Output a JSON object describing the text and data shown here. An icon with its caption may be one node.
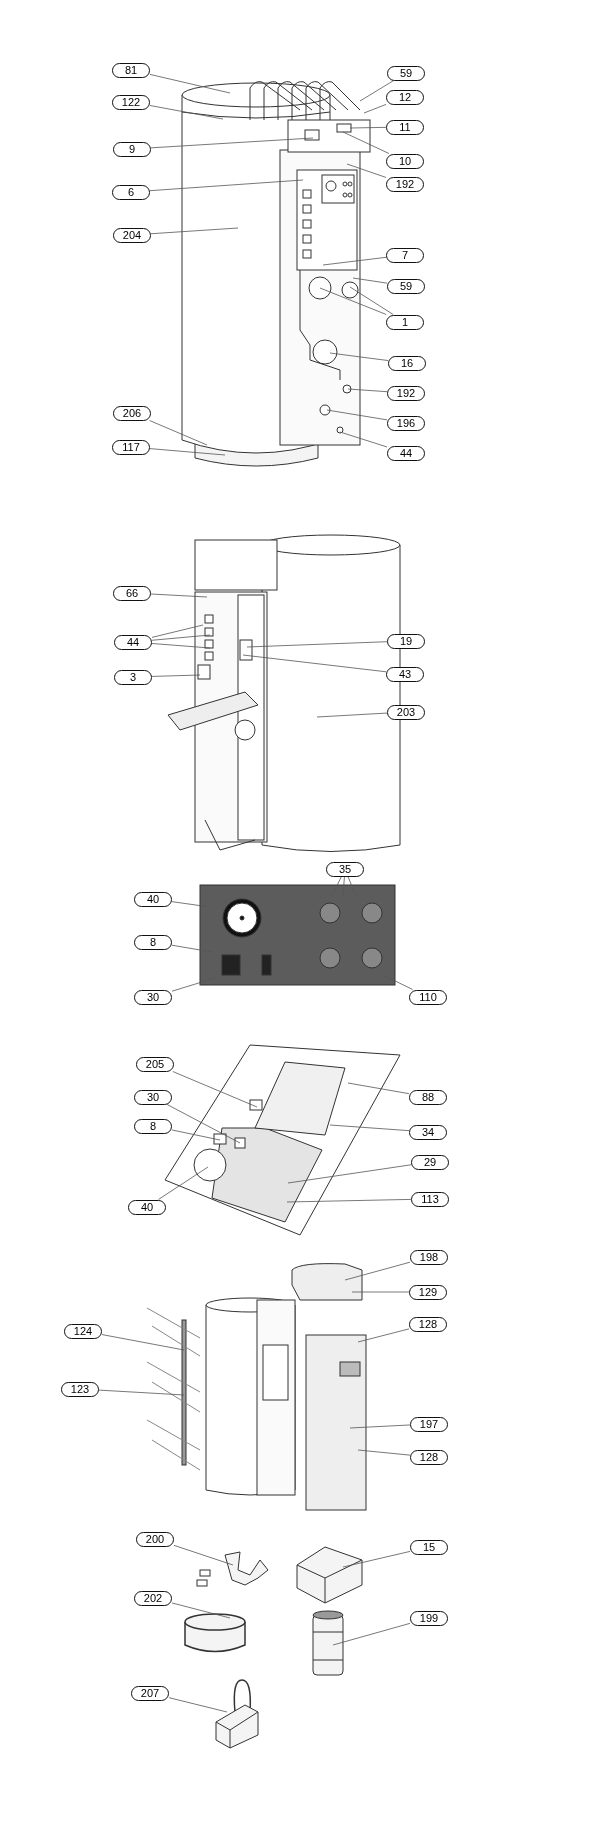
{
  "diagram": {
    "nodes": [
      {
        "text": [
          "81"
        ]
      },
      {
        "text": [
          "59"
        ]
      },
      {
        "text": [
          "122"
        ]
      },
      {
        "text": [
          "12"
        ]
      },
      {
        "text": [
          "11"
        ]
      },
      {
        "text": [
          "9"
        ]
      },
      {
        "text": [
          "10"
        ]
      },
      {
        "text": [
          "192"
        ]
      },
      {
        "text": [
          "6"
        ]
      },
      {
        "text": [
          "204"
        ]
      },
      {
        "text": [
          "7"
        ]
      },
      {
        "text": [
          "59"
        ]
      },
      {
        "text": [
          "1"
        ]
      },
      {
        "text": [
          "16"
        ]
      },
      {
        "text": [
          "192"
        ]
      },
      {
        "text": [
          "206"
        ]
      },
      {
        "text": [
          "196"
        ]
      },
      {
        "text": [
          "117"
        ]
      },
      {
        "text": [
          "44"
        ]
      },
      {
        "text": [
          "66"
        ]
      },
      {
        "text": [
          "44"
        ]
      },
      {
        "text": [
          "19"
        ]
      },
      {
        "text": [
          "43"
        ]
      },
      {
        "text": [
          "3"
        ]
      },
      {
        "text": [
          "203"
        ]
      },
      {
        "text": [
          "35"
        ]
      },
      {
        "text": [
          "40"
        ]
      },
      {
        "text": [
          "8"
        ]
      },
      {
        "text": [
          "30"
        ]
      },
      {
        "text": [
          "110"
        ]
      },
      {
        "text": [
          "205"
        ]
      },
      {
        "text": [
          "30"
        ]
      },
      {
        "text": [
          "88"
        ]
      },
      {
        "text": [
          "8"
        ]
      },
      {
        "text": [
          "34"
        ]
      },
      {
        "text": [
          "29"
        ]
      },
      {
        "text": [
          "40"
        ]
      },
      {
        "text": [
          "113"
        ]
      },
      {
        "text": [
          "198"
        ]
      },
      {
        "text": [
          "129"
        ]
      },
      {
        "text": [
          "124"
        ]
      },
      {
        "text": [
          "128"
        ]
      },
      {
        "text": [
          "123"
        ]
      },
      {
        "text": [
          "197"
        ]
      },
      {
        "text": [
          "128"
        ]
      },
      {
        "text": [
          "200"
        ]
      },
      {
        "text": [
          "15"
        ]
      },
      {
        "text": [
          "202"
        ]
      },
      {
        "text": [
          "199"
        ]
      },
      {
        "text": [
          "207"
        ]
      }
    ],
    "edges": [
      {
        "from": 0,
        "to": null,
        "arrow": "none"
      },
      {
        "from": 1,
        "to": null,
        "arrow": "none"
      },
      {
        "from": 2,
        "to": null,
        "arrow": "none"
      },
      {
        "from": 3,
        "to": null,
        "arrow": "none"
      },
      {
        "from": 4,
        "to": null,
        "arrow": "none"
      },
      {
        "from": 5,
        "to": null,
        "arrow": "none"
      },
      {
        "from": 6,
        "to": null,
        "arrow": "none"
      },
      {
        "from": 7,
        "to": null,
        "arrow": "none"
      },
      {
        "from": 8,
        "to": null,
        "arrow": "none"
      },
      {
        "from": 9,
        "to": null,
        "arrow": "none"
      },
      {
        "from": 10,
        "to": null,
        "arrow": "none"
      },
      {
        "from": 11,
        "to": null,
        "arrow": "none"
      },
      {
        "from": 12,
        "to": null,
        "arrow": "none"
      },
      {
        "from": 12,
        "to": null,
        "arrow": "none"
      },
      {
        "from": 13,
        "to": null,
        "arrow": "none"
      },
      {
        "from": 14,
        "to": null,
        "arrow": "none"
      },
      {
        "from": 15,
        "to": null,
        "arrow": "none"
      },
      {
        "from": 16,
        "to": null,
        "arrow": "none"
      },
      {
        "from": 17,
        "to": null,
        "arrow": "none"
      },
      {
        "from": 18,
        "to": null,
        "arrow": "none"
      },
      {
        "from": 19,
        "to": null,
        "arrow": "none"
      },
      {
        "from": 20,
        "to": null,
        "arrow": "none"
      },
      {
        "from": 20,
        "to": null,
        "arrow": "none"
      },
      {
        "from": 20,
        "to": null,
        "arrow": "none"
      },
      {
        "from": 21,
        "to": null,
        "arrow": "none"
      },
      {
        "from": 22,
        "to": null,
        "arrow": "none"
      },
      {
        "from": 23,
        "to": null,
        "arrow": "none"
      },
      {
        "from": 24,
        "to": null,
        "arrow": "none"
      },
      {
        "from": 25,
        "to": null,
        "arrow": "none"
      },
      {
        "from": 25,
        "to": null,
        "arrow": "none"
      },
      {
        "from": 25,
        "to": null,
        "arrow": "none"
      },
      {
        "from": 26,
        "to": null,
        "arrow": "none"
      },
      {
        "from": 27,
        "to": null,
        "arrow": "none"
      },
      {
        "from": 28,
        "to": null,
        "arrow": "none"
      },
      {
        "from": 29,
        "to": null,
        "arrow": "none"
      },
      {
        "from": 30,
        "to": null,
        "arrow": "none"
      },
      {
        "from": 31,
        "to": null,
        "arrow": "none"
      },
      {
        "from": 32,
        "to": null,
        "arrow": "none"
      },
      {
        "from": 33,
        "to": null,
        "arrow": "none"
      },
      {
        "from": 34,
        "to": null,
        "arrow": "none"
      },
      {
        "from": 35,
        "to": null,
        "arrow": "none"
      },
      {
        "from": 36,
        "to": null,
        "arrow": "none"
      },
      {
        "from": 37,
        "to": null,
        "arrow": "none"
      },
      {
        "from": 38,
        "to": null,
        "arrow": "none"
      },
      {
        "from": 39,
        "to": null,
        "arrow": "none"
      },
      {
        "from": 40,
        "to": null,
        "arrow": "none"
      },
      {
        "from": 41,
        "to": null,
        "arrow": "none"
      },
      {
        "from": 42,
        "to": null,
        "arrow": "none"
      },
      {
        "from": 43,
        "to": null,
        "arrow": "none"
      },
      {
        "from": 44,
        "to": null,
        "arrow": "none"
      },
      {
        "from": 45,
        "to": null,
        "arrow": "none"
      },
      {
        "from": 46,
        "to": null,
        "arrow": "none"
      },
      {
        "from": 47,
        "to": null,
        "arrow": "none"
      },
      {
        "from": 48,
        "to": null,
        "arrow": "none"
      },
      {
        "from": 49,
        "to": null,
        "arrow": "none"
      }
    ]
  }
}
